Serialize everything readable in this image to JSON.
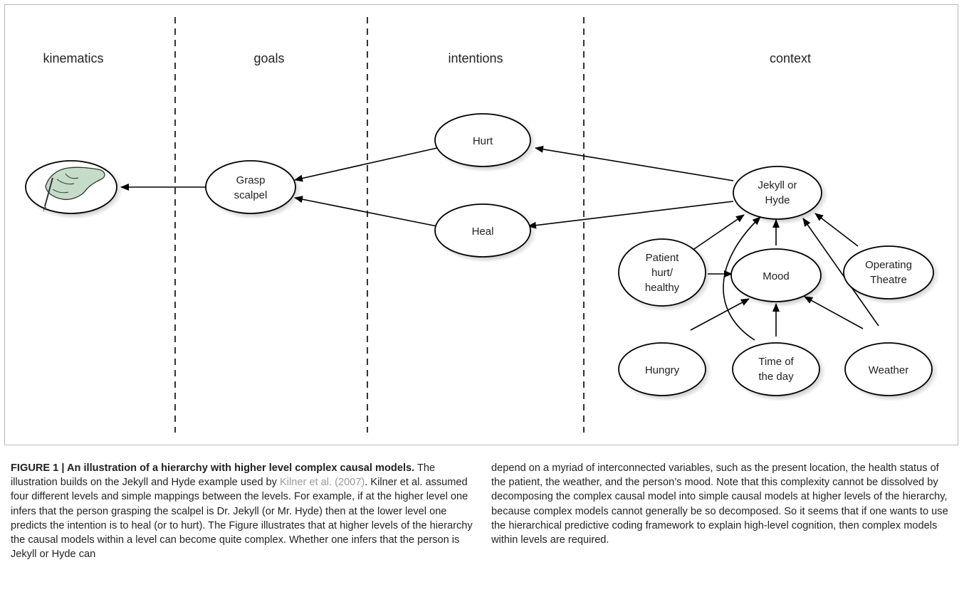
{
  "columns": {
    "kinematics": "kinematics",
    "goals": "goals",
    "intentions": "intentions",
    "context": "context"
  },
  "nodes": {
    "hand_icon": "hand-with-scalpel",
    "grasp_l1": "Grasp",
    "grasp_l2": "scalpel",
    "hurt": "Hurt",
    "heal": "Heal",
    "jekyll_l1": "Jekyll or",
    "jekyll_l2": "Hyde",
    "patient_l1": "Patient",
    "patient_l2": "hurt/",
    "patient_l3": "healthy",
    "mood": "Mood",
    "operating_l1": "Operating",
    "operating_l2": "Theatre",
    "hungry": "Hungry",
    "time_l1": "Time of",
    "time_l2": "the day",
    "weather": "Weather"
  },
  "caption": {
    "title": "FIGURE 1 | An illustration of a hierarchy with higher level complex causal models.",
    "left_part1": " The illustration builds on the Jekyll and Hyde example used by ",
    "cite": "Kilner et al. (2007)",
    "left_part2": ". Kilner et al. assumed four different levels and simple mappings between the levels. For example, if at the higher level one infers that the person grasping the scalpel is Dr. Jekyll (or Mr. Hyde) then at the lower level one predicts the intention is to heal (or to hurt). The Figure illustrates that at higher levels of the hierarchy the causal models within a level can become quite complex. Whether one infers that the person is Jekyll or Hyde can",
    "right": "depend on a myriad of interconnected variables, such as the present location, the health status of the patient, the weather, and the person’s mood. Note that this complexity cannot be dissolved by decomposing the complex causal model into simple causal models at higher levels of the hierarchy, because complex models cannot generally be so decomposed. So it seems that if one wants to use the hierarchical predictive coding framework to explain high-level cognition, then complex models within levels are required."
  }
}
